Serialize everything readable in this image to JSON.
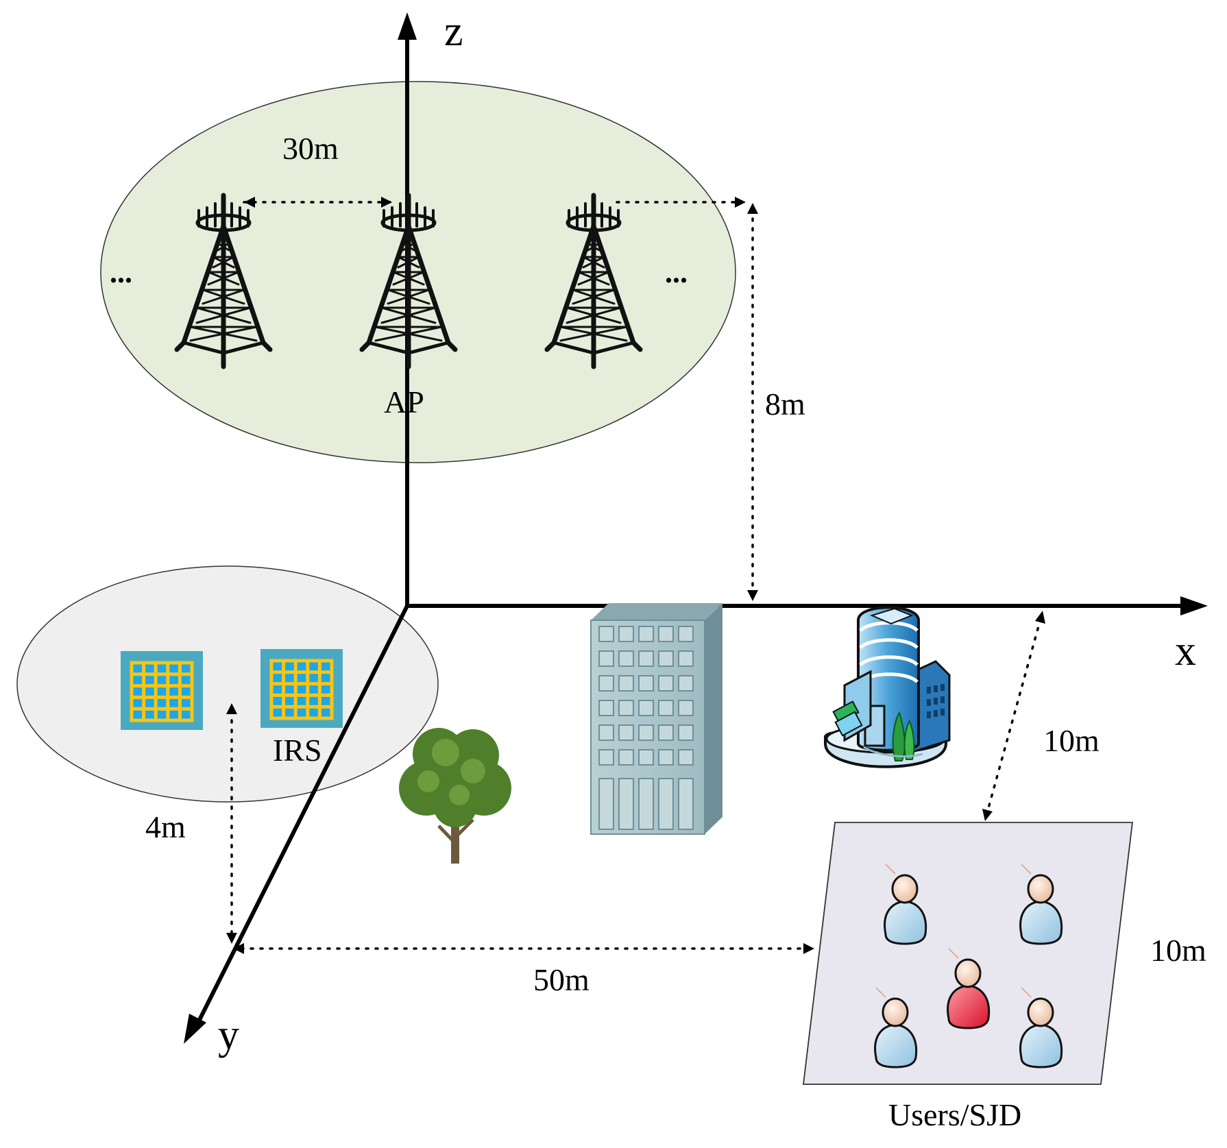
{
  "axes": {
    "x": "x",
    "y": "y",
    "z": "z"
  },
  "labels": {
    "ap": "AP",
    "irs": "IRS",
    "users": "Users/SJD",
    "ellipsis_left": "...",
    "ellipsis_right": "..."
  },
  "dimensions": {
    "ap_spacing": "30m",
    "ap_height": "8m",
    "irs_height": "4m",
    "x_distance": "50m",
    "users_offset": "10m",
    "users_side": "10m"
  },
  "colors": {
    "ap_region": "#e6eedb",
    "irs_region": "#efefef",
    "users_area": "#e8e6ee",
    "irs_frame": "#4aa9c0",
    "irs_grid": "#f5c518",
    "irs_cell": "#1fa6e6",
    "user_normal": "#b8d9ec",
    "user_jammer": "#e8283a"
  }
}
